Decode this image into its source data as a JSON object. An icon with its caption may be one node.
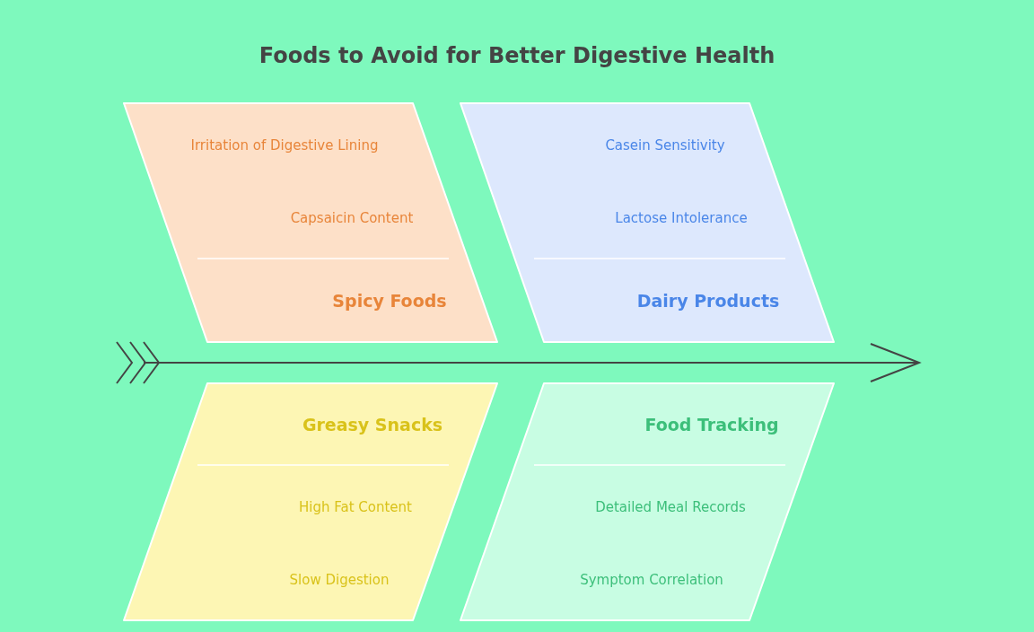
{
  "diagram": {
    "title": "Foods to Avoid for Better Digestive Health",
    "nodes": [
      {
        "text": [
          "Irritation of Digestive Lining",
          "Capsaicin Content",
          "Spicy Foods"
        ]
      },
      {
        "text": [
          "Casein Sensitivity",
          "Lactose Intolerance",
          "Dairy Products"
        ]
      },
      {
        "text": [
          "Greasy Snacks",
          "High Fat Content",
          "Slow Digestion"
        ]
      },
      {
        "text": [
          "Food Tracking",
          "Detailed Meal Records",
          "Symptom Correlation"
        ]
      }
    ],
    "edges": []
  }
}
